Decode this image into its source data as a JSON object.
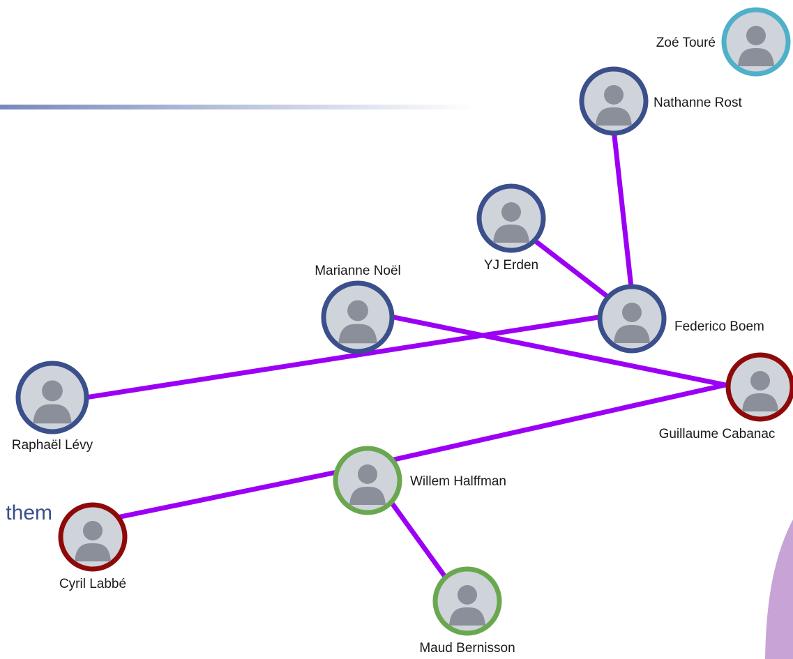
{
  "partial_heading": "them",
  "colors": {
    "edge": "#9b00f5",
    "ring_blue": "#3b4f8c",
    "ring_red": "#8e0a0a",
    "ring_green": "#6aa84f",
    "ring_teal": "#4fb0c9",
    "accent_purple": "#c7a3d6"
  },
  "people": [
    {
      "id": "zoe",
      "name": "Zoé Touré",
      "ring": "teal",
      "icon": "person-photo-icon"
    },
    {
      "id": "nathanne",
      "name": "Nathanne Rost",
      "ring": "blue",
      "icon": "person-photo-icon"
    },
    {
      "id": "yj",
      "name": "YJ Erden",
      "ring": "blue",
      "icon": "person-photo-icon"
    },
    {
      "id": "marianne",
      "name": "Marianne Noël",
      "ring": "blue",
      "icon": "person-photo-icon"
    },
    {
      "id": "federico",
      "name": "Federico Boem",
      "ring": "blue",
      "icon": "person-photo-icon"
    },
    {
      "id": "raphael",
      "name": "Raphaël Lévy",
      "ring": "blue",
      "icon": "person-photo-icon"
    },
    {
      "id": "guillaume",
      "name": "Guillaume Cabanac",
      "ring": "red",
      "icon": "person-photo-icon"
    },
    {
      "id": "willem",
      "name": "Willem Halffman",
      "ring": "green",
      "icon": "person-photo-icon"
    },
    {
      "id": "cyril",
      "name": "Cyril Labbé",
      "ring": "red",
      "icon": "person-photo-icon"
    },
    {
      "id": "maud",
      "name": "Maud Bernisson",
      "ring": "green",
      "icon": "person-photo-icon"
    }
  ],
  "links": [
    [
      "nathanne",
      "federico"
    ],
    [
      "yj",
      "federico"
    ],
    [
      "federico",
      "raphael"
    ],
    [
      "marianne",
      "guillaume"
    ],
    [
      "guillaume",
      "willem"
    ],
    [
      "willem",
      "cyril"
    ],
    [
      "willem",
      "maud"
    ]
  ]
}
